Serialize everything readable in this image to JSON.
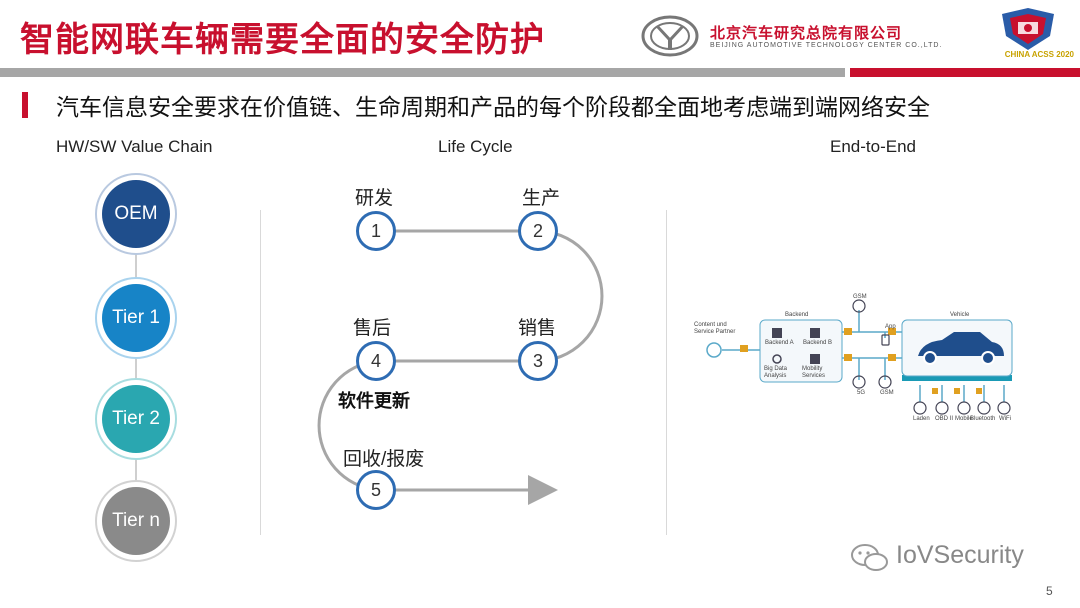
{
  "header": {
    "title": "智能网联车辆需要全面的安全防护",
    "brand_name": "北京汽车研究总院有限公司",
    "brand_sub": "BEIJING AUTOMOTIVE TECHNOLOGY CENTER CO.,LTD.",
    "badge_text": "CHINA ACSS 2020"
  },
  "subtitle": "汽车信息安全要求在价值链、生命周期和产品的每个阶段都全面地考虑端到端网络安全",
  "columns": {
    "value_chain": "HW/SW Value Chain",
    "life_cycle": "Life Cycle",
    "end_to_end": "End-to-End"
  },
  "value_chain": {
    "tiers": [
      {
        "label": "OEM",
        "color": "#1f4e8c"
      },
      {
        "label": "Tier 1",
        "color": "#1784c7"
      },
      {
        "label": "Tier 2",
        "color": "#2aa7b0"
      },
      {
        "label": "Tier n",
        "color": "#8a8a8a"
      }
    ]
  },
  "life_cycle": {
    "steps": [
      {
        "number": "1",
        "label": "研发"
      },
      {
        "number": "2",
        "label": "生产"
      },
      {
        "number": "3",
        "label": "销售"
      },
      {
        "number": "4",
        "label": "售后"
      },
      {
        "number": "5",
        "label": "回收/报废"
      }
    ],
    "update_label": "软件更新",
    "line_color": "#a6a6a6",
    "circle_color": "#2e6cb3"
  },
  "end_to_end": {
    "content_label": "Content und Service Partner",
    "backend_label": "Backend",
    "backend_a": "Backend A",
    "backend_b": "Backend B",
    "big_data": "Big Data Analysis",
    "mobility": "Mobility Services",
    "vehicle_label": "Vehicle",
    "app_label": "App",
    "gsm_label": "GSM",
    "n5g_label": "5G",
    "bottom": [
      "Laden",
      "OBD II",
      "Mobile",
      "Bluetooth",
      "WiFi"
    ]
  },
  "footer": {
    "watermark": "IoVSecurity",
    "page_number": "5"
  }
}
